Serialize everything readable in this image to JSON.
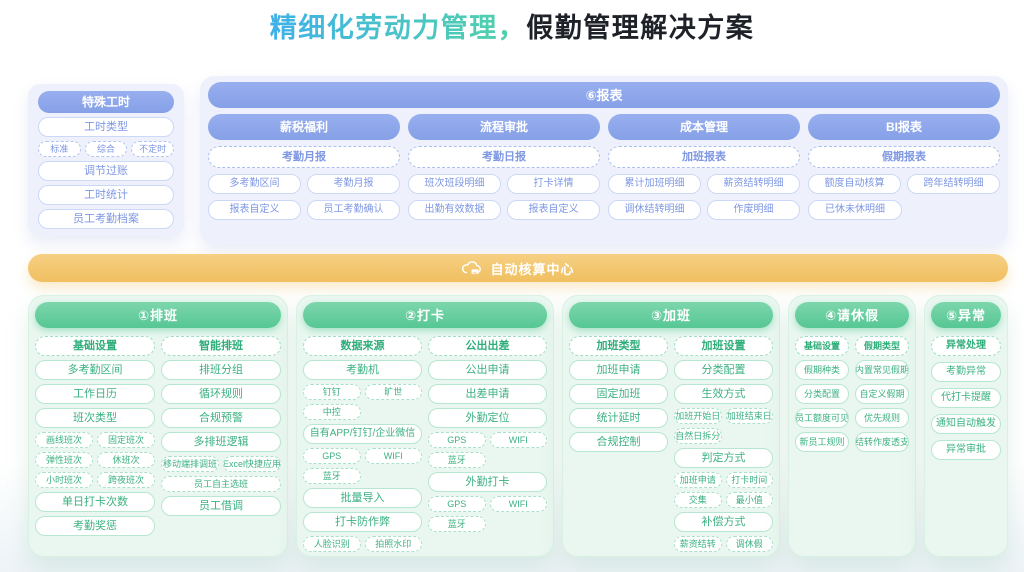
{
  "colors": {
    "accent_blue": "#8ca6ea",
    "accent_green": "#56c794",
    "accent_orange": "#f0bf60",
    "title_gradient_from": "#3fb1e8",
    "title_gradient_to": "#53d3a6",
    "panel_blue_bg": "#eef1fb",
    "panel_green_bg": "#e9f7f0"
  },
  "title": {
    "highlight": "精细化劳动力管理，",
    "rest": "假勤管理解决方案"
  },
  "special": {
    "header": "特殊工时",
    "type_label": "工时类型",
    "tags": [
      "标准",
      "综合",
      "不定时"
    ],
    "items": [
      "调节过账",
      "工时统计",
      "员工考勤档案"
    ]
  },
  "report": {
    "header": "⑥报表",
    "columns": [
      {
        "header": "薪税福利",
        "sub": "考勤月报",
        "pills": [
          "多考勤区间",
          "考勤月报",
          "报表自定义",
          "员工考勤确认"
        ]
      },
      {
        "header": "流程审批",
        "sub": "考勤日报",
        "pills": [
          "班次班段明细",
          "打卡详情",
          "出勤有效数据",
          "报表自定义"
        ]
      },
      {
        "header": "成本管理",
        "sub": "加班报表",
        "pills": [
          "累计加班明细",
          "薪资结转明细",
          "调休结转明细",
          "作废明细"
        ]
      },
      {
        "header": "BI报表",
        "sub": "假期报表",
        "pills": [
          "额度自动核算",
          "跨年结转明细",
          "已休未休明细"
        ]
      }
    ]
  },
  "center_bar": {
    "label": "自动核算中心",
    "icon": "cloud-upload-icon"
  },
  "p1": {
    "header": "①排班",
    "c1h": "基础设置",
    "c2h": "智能排班",
    "c1a": [
      "多考勤区间",
      "工作日历",
      "班次类型"
    ],
    "c1s": [
      "画线班次",
      "固定班次",
      "弹性班次",
      "休班次",
      "小时班次",
      "跨夜班次"
    ],
    "c1b": [
      "单日打卡次数",
      "考勤奖惩"
    ],
    "c2a": [
      "排班分组",
      "循环规则",
      "合规预警",
      "多排班逻辑"
    ],
    "c2s": [
      "移动端排调班",
      "Excel快捷应用",
      "员工自主选班"
    ],
    "c2b": [
      "员工借调"
    ]
  },
  "p2": {
    "header": "②打卡",
    "c1h": "数据来源",
    "c2h": "公出出差",
    "c1a": [
      "考勤机"
    ],
    "c1s1": [
      "钉钉",
      "旷世",
      "中控"
    ],
    "c1b": [
      "自有APP/钉钉/企业微信"
    ],
    "c1s2": [
      "GPS",
      "WIFI",
      "蓝牙"
    ],
    "c1c": [
      "批量导入",
      "打卡防作弊"
    ],
    "c1s3": [
      "人脸识别",
      "拍照水印"
    ],
    "c2a": [
      "公出申请",
      "出差申请",
      "外勤定位"
    ],
    "c2s1": [
      "GPS",
      "WIFI",
      "蓝牙"
    ],
    "c2b": [
      "外勤打卡"
    ],
    "c2s2": [
      "GPS",
      "WIFI",
      "蓝牙"
    ]
  },
  "p3": {
    "header": "③加班",
    "c1h": "加班类型",
    "c2h": "加班设置",
    "c1a": [
      "加班申请",
      "固定加班",
      "统计延时",
      "合规控制"
    ],
    "c2a": [
      "分类配置",
      "生效方式"
    ],
    "c2s1": [
      "加班开始日",
      "加班结束日",
      "自然日拆分"
    ],
    "c2b": [
      "判定方式"
    ],
    "c2s2": [
      "加班申请",
      "打卡时间",
      "交集",
      "最小值"
    ],
    "c2c": [
      "补偿方式"
    ],
    "c2s3": [
      "薪资结转",
      "调休假"
    ]
  },
  "p4": {
    "header": "④请休假",
    "c1h": "基础设置",
    "c2h": "假期类型",
    "c1a": [
      "假期种类",
      "分类配置",
      "员工额度可见",
      "新员工规则"
    ],
    "c2a": [
      "内置常见假期",
      "自定义假期",
      "优先规则",
      "结转作废透支"
    ]
  },
  "p5": {
    "header": "⑤异常",
    "h": "异常处理",
    "items": [
      "考勤异常",
      "代打卡提醒",
      "通知自动触发",
      "异常审批"
    ]
  }
}
